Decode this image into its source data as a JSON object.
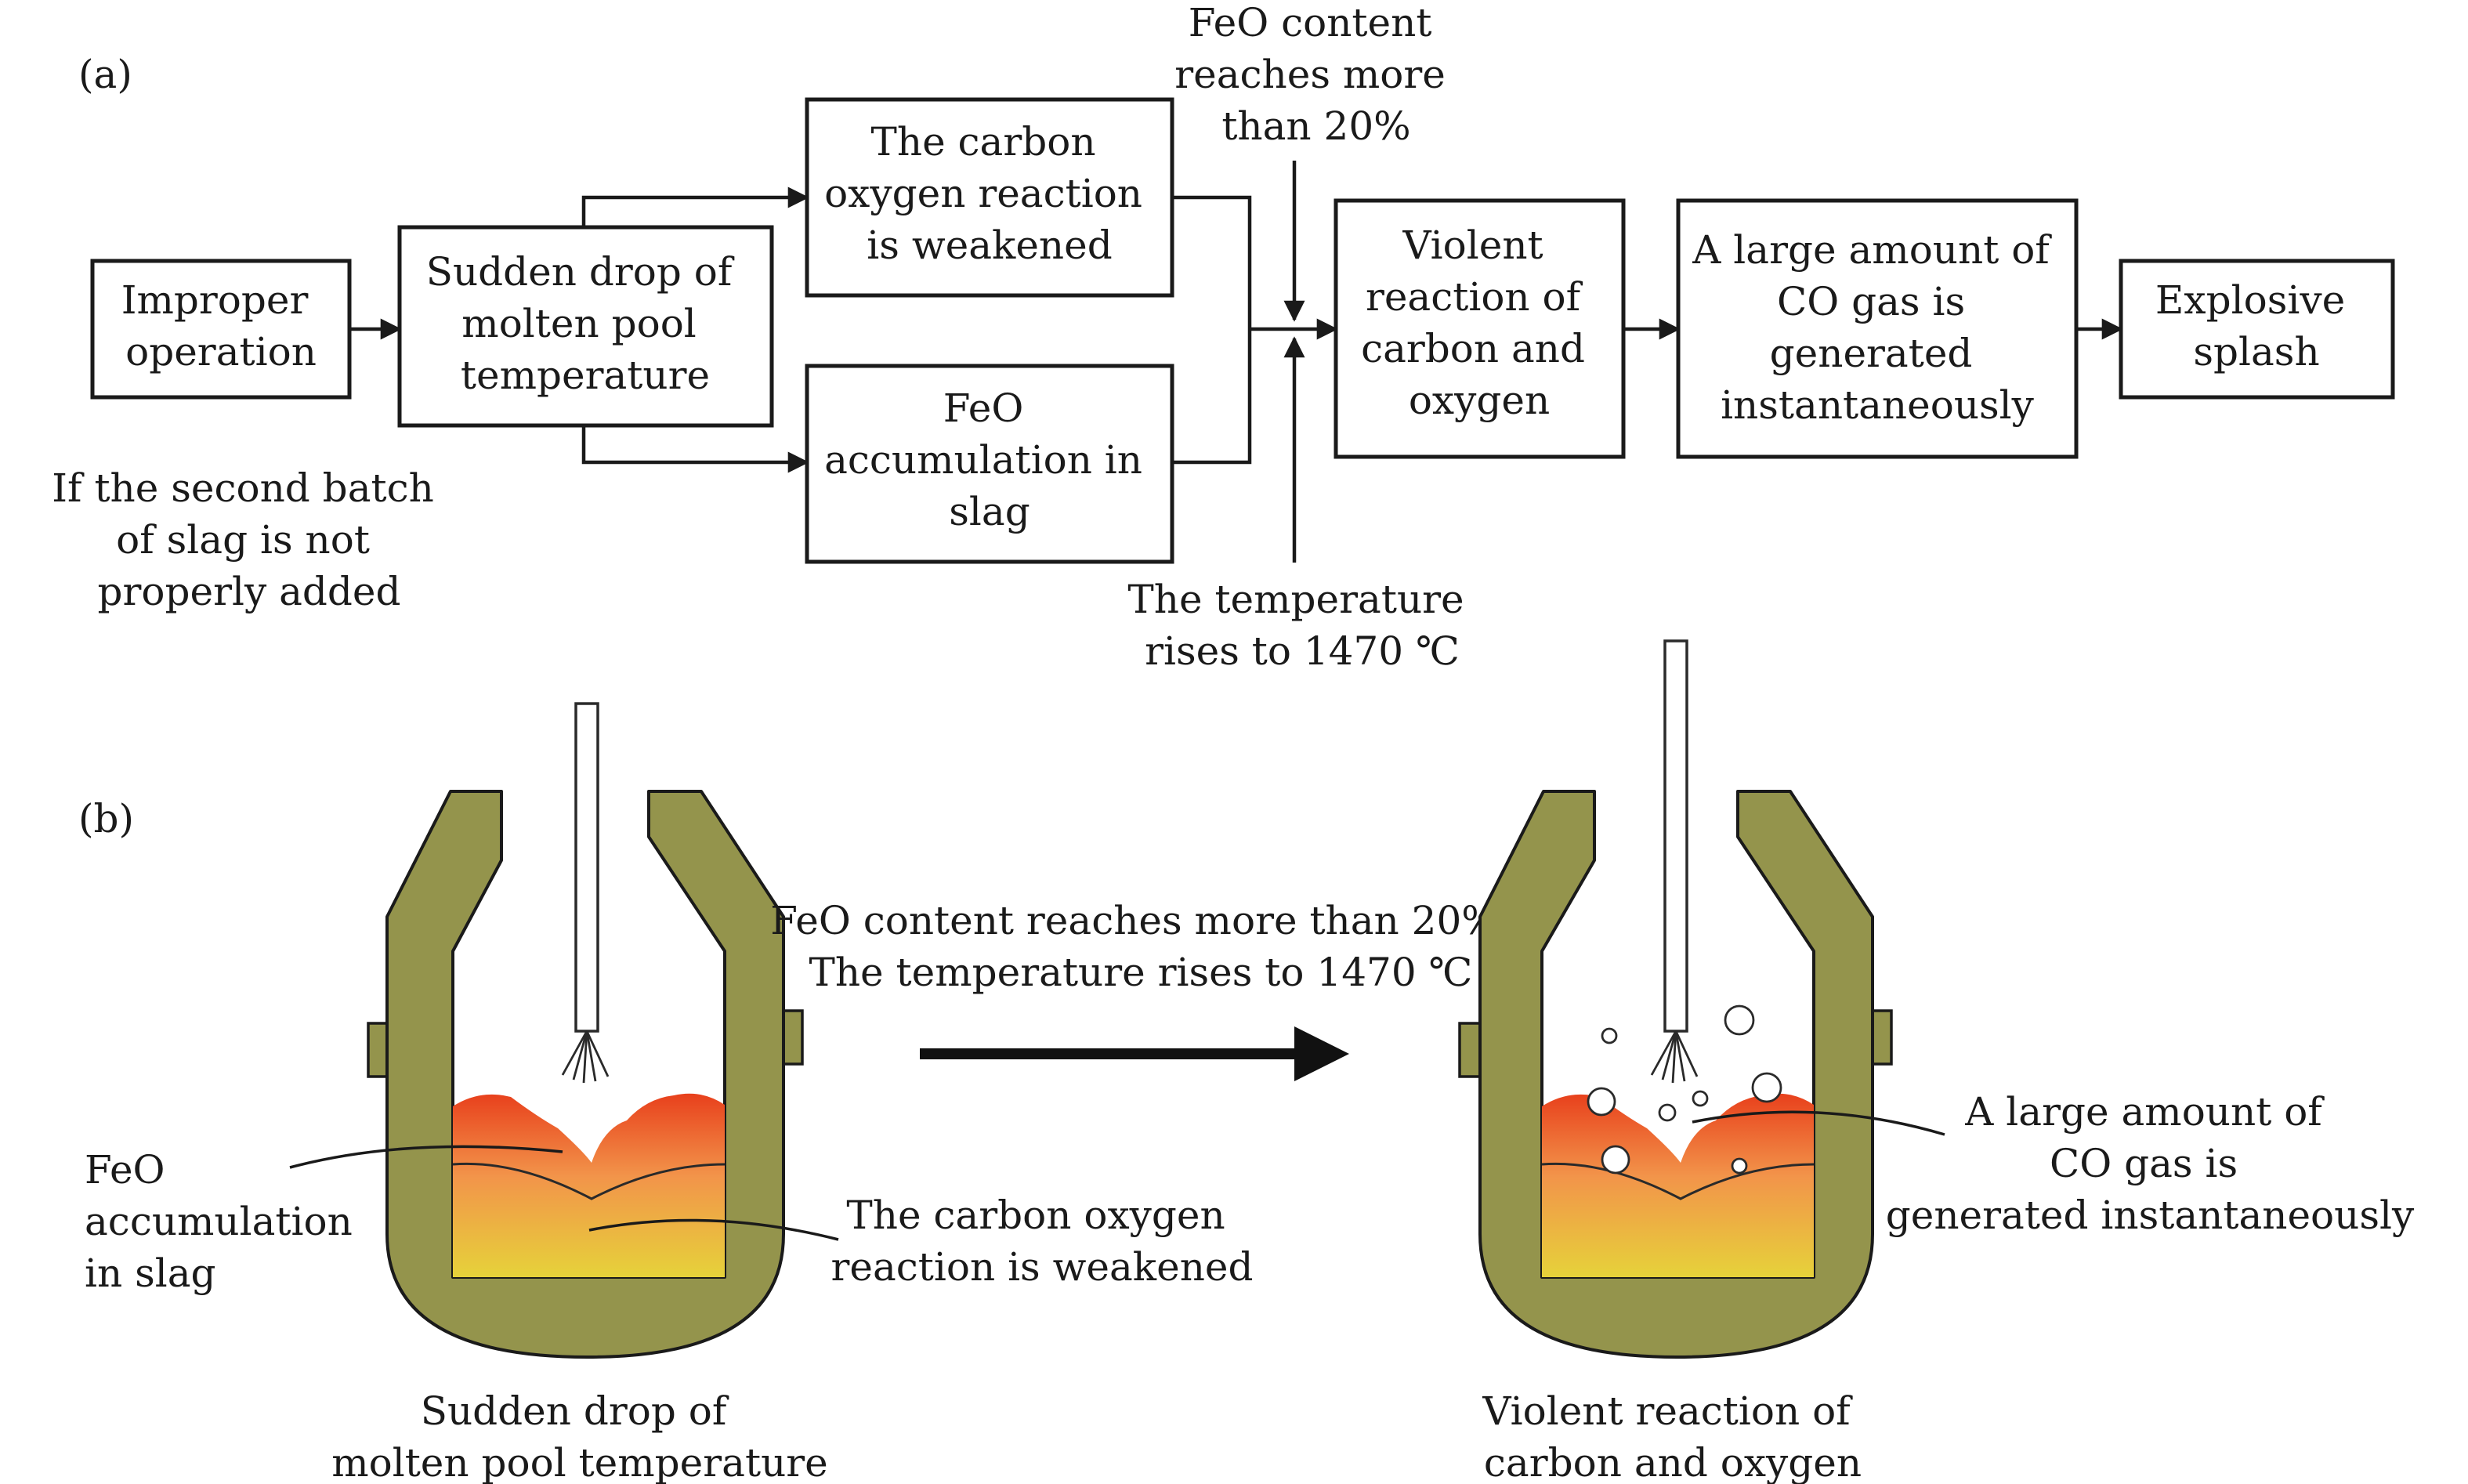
{
  "panel_a": {
    "label": "(a)",
    "boxes": {
      "improper_operation": [
        "Improper",
        "operation"
      ],
      "sudden_drop": [
        "Sudden drop of",
        "molten pool",
        "temperature"
      ],
      "carbon_weakened": [
        "The carbon",
        "oxygen reaction",
        "is weakened"
      ],
      "feo_accumulation": [
        "FeO",
        "accumulation in",
        "slag"
      ],
      "violent_reaction": [
        "Violent",
        "reaction of",
        "carbon and",
        "oxygen"
      ],
      "co_gas": [
        "A large amount of",
        "CO gas is",
        "generated",
        "instantaneously"
      ],
      "explosive_splash": [
        "Explosive",
        "splash"
      ]
    },
    "notes": {
      "slag_condition": [
        "If the second batch",
        "of slag is not",
        "properly added"
      ],
      "feo_threshold": [
        "FeO content",
        "reaches more",
        "than 20%"
      ],
      "temperature_rise": [
        "The temperature",
        "rises to 1470 ℃"
      ]
    }
  },
  "panel_b": {
    "label": "(b)",
    "transition": [
      "FeO content reaches more than 20%",
      "The temperature rises to 1470 ℃"
    ],
    "left_converter": {
      "caption": [
        "Sudden drop of",
        "molten pool temperature"
      ],
      "label_feo": [
        "FeO",
        "accumulation",
        "in slag"
      ],
      "label_reaction": [
        "The carbon oxygen",
        "reaction is weakened"
      ]
    },
    "right_converter": {
      "caption": [
        "Violent reaction of",
        "carbon and oxygen"
      ],
      "label_co": [
        "A large amount of",
        "CO gas is",
        "generated instantaneously"
      ]
    }
  },
  "colors": {
    "vessel_shell": "#94944c",
    "melt_top": "#e8401c",
    "melt_mid": "#f2944a",
    "melt_bottom": "#e6d23a",
    "line": "#1a1a1a"
  }
}
